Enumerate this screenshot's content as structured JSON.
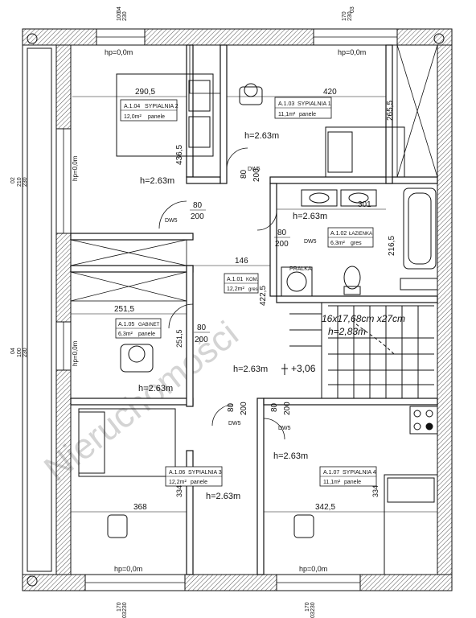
{
  "rooms": {
    "sypialnia2": {
      "code": "A.1.04",
      "name": "SYPIALNIA 2",
      "area": "12,0m²",
      "floor": "panele",
      "height": "h=2.63m",
      "width_dim": "290,5",
      "depth_dim": "436,5"
    },
    "sypialnia1": {
      "code": "A.1.03",
      "name": "SYPIALNIA 1",
      "area": "11,1m²",
      "floor": "panele",
      "height": "h=2.63m",
      "width_dim": "420",
      "depth_dim": "265,5"
    },
    "lazienka": {
      "code": "A.1.02",
      "name": "ŁAZIENKA",
      "area": "6,3m²",
      "floor": "gres",
      "height": "h=2.63m",
      "width_dim": "301",
      "depth_dim": "216,5",
      "washer_label": "PRALKA"
    },
    "komunikacja": {
      "code": "A.1.01",
      "name": "KOM.",
      "area": "12,2m²",
      "floor": "gres",
      "height": "h=2.63m",
      "width_dim": "146",
      "depth_dim": "422,5"
    },
    "gabinet": {
      "code": "A.1.05",
      "name": "GABINET",
      "area": "6,3m²",
      "floor": "panele",
      "height": "h=2.63m",
      "width_dim": "251,5",
      "depth_dim": "251,5"
    },
    "sypialnia3": {
      "code": "A.1.06",
      "name": "SYPIALNIA 3",
      "area": "12,2m²",
      "floor": "panele",
      "height": "h=2.63m",
      "width_dim": "368",
      "depth_dim": "334"
    },
    "sypialnia4": {
      "code": "A.1.07",
      "name": "SYPIALNIA 4",
      "area": "11,1m²",
      "floor": "panele",
      "height": "h=2.63m",
      "width_dim": "342,5",
      "depth_dim": "334"
    }
  },
  "stairs": {
    "spec": "16x17,68cm x27cm",
    "height": "h=2,83m",
    "level": "+3,06"
  },
  "doors": {
    "door_width": "80",
    "door_height": "200",
    "door_tag": "DW5"
  },
  "windows": {
    "top_left": {
      "top": "04",
      "mid": "100",
      "bot": "230"
    },
    "top_right": {
      "top": "03",
      "mid": "170",
      "bot": "230"
    },
    "left_upper": {
      "a": "02",
      "b": "210",
      "c": "230"
    },
    "left_lower": {
      "a": "04",
      "b": "100",
      "c": "230"
    },
    "bottom_left": {
      "a": "170",
      "b": "230",
      "c": "03"
    },
    "bottom_right": {
      "a": "170",
      "b": "230",
      "c": "03"
    },
    "sill_label": "hp=0,0m"
  },
  "watermark": "Nieruchomości",
  "colors": {
    "wall_hatch": "#555555",
    "line": "#111111",
    "background": "#ffffff"
  }
}
